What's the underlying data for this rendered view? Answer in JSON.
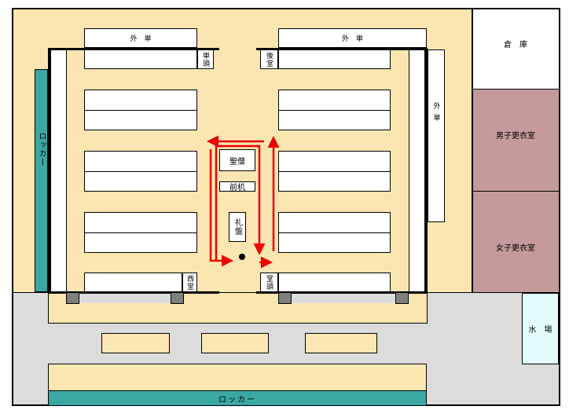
{
  "labels": {
    "outer_top_left": "外　単",
    "outer_top_right": "外　単",
    "outer_right": "外単",
    "tan_tou_top": "単頭",
    "go_dou": "後堂",
    "sei_dou": "西堂",
    "dou_tou": "堂頭",
    "locker_left": "ロッカー",
    "locker_bottom": "ロッカー",
    "shosou": "聖僧",
    "maeduku": "前机",
    "raiban": "礼盤",
    "souko": "倉　庫",
    "male_changing": "男子更衣室",
    "female_changing": "女子更衣室",
    "mizuba": "水　場"
  },
  "colors": {
    "floor": "#fbe6b2",
    "corridor": "#dcdcdc",
    "teal": "#3aa7a3",
    "changing_room": "#c59a9a",
    "water": "#e4fbfb",
    "pillar": "#808080",
    "arrow": "#ee0000"
  }
}
